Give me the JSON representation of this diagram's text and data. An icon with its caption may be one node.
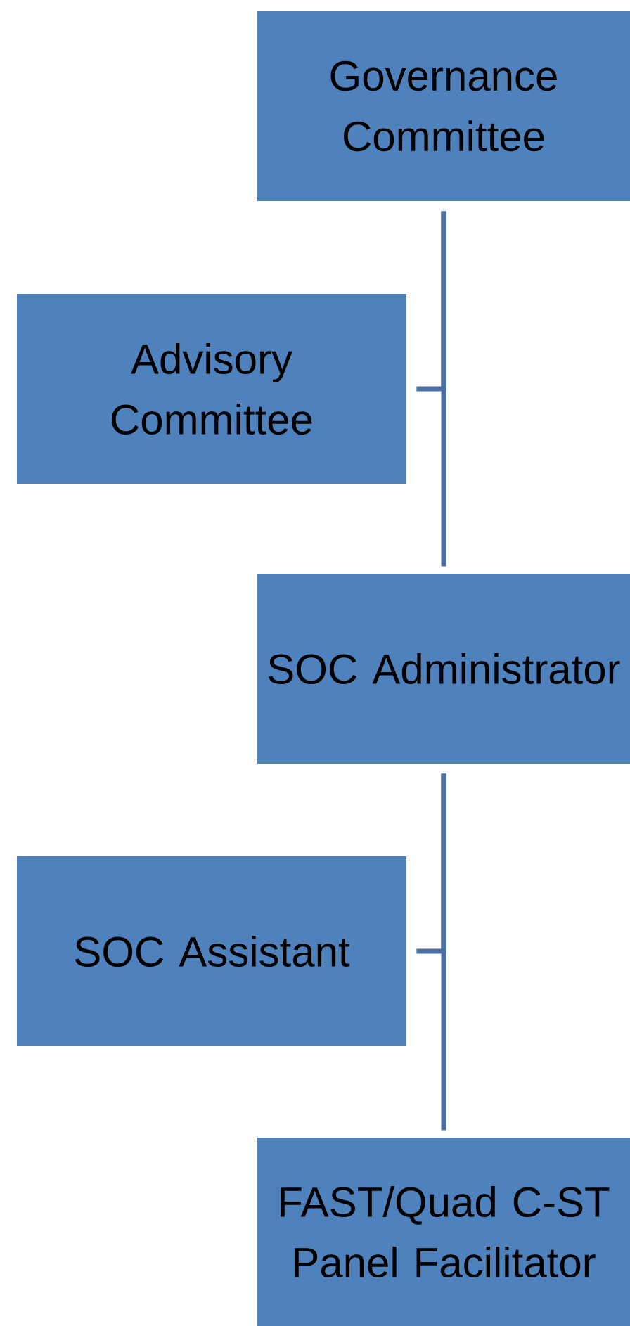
{
  "diagram": {
    "nodes": [
      {
        "text": [
          "Governance Committee"
        ]
      },
      {
        "text": [
          "Advisory Committee"
        ]
      },
      {
        "text": [
          "SOC Administrator"
        ]
      },
      {
        "text": [
          "SOC Assistant"
        ]
      },
      {
        "text": [
          "FAST/Quad C-ST Panel Facilitator"
        ]
      }
    ],
    "edges": [
      {
        "from": 0,
        "to": 2,
        "arrow": "none"
      },
      {
        "from": 0,
        "to": 1,
        "arrow": "none"
      },
      {
        "from": 2,
        "to": 4,
        "arrow": "none"
      },
      {
        "from": 2,
        "to": 3,
        "arrow": "none"
      }
    ]
  }
}
